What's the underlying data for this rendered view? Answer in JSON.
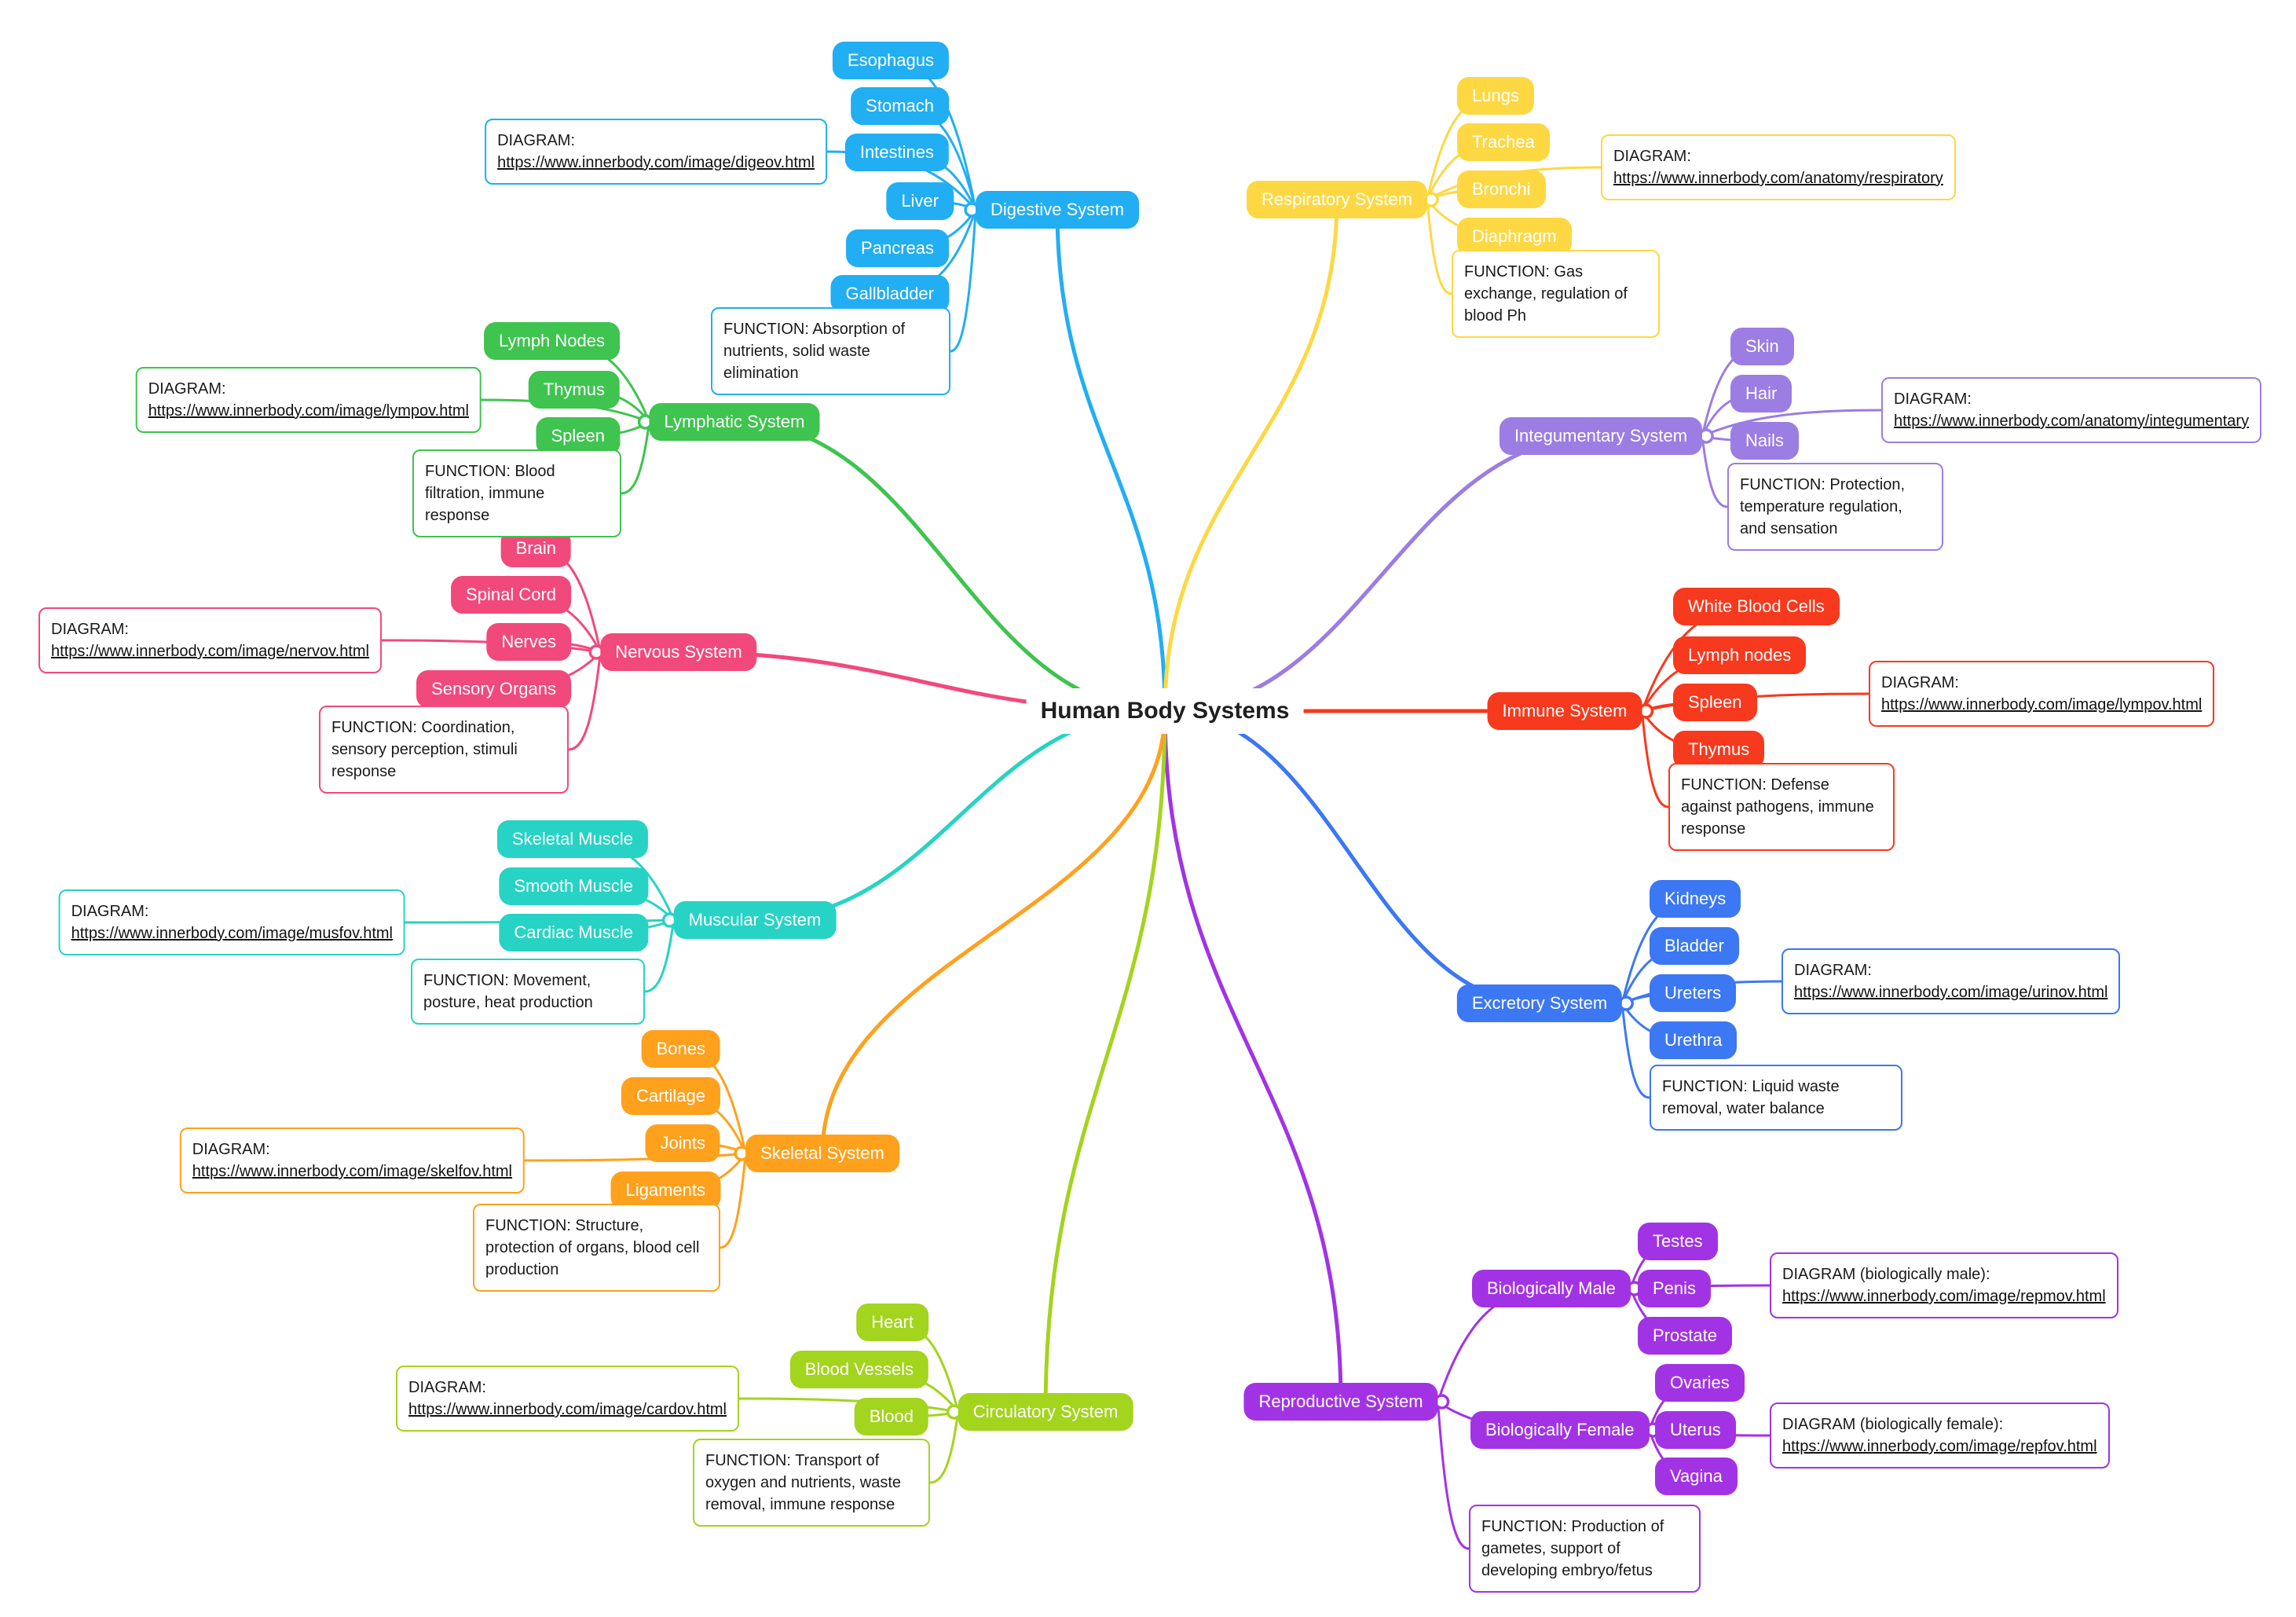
{
  "title": "Human Body Systems",
  "systems": [
    {
      "name": "Digestive System",
      "color": "#22aef2",
      "children": [
        "Esophagus",
        "Stomach",
        "Intestines",
        "Liver",
        "Pancreas",
        "Gallbladder"
      ],
      "diagram_label": "DIAGRAM:",
      "diagram_url": "https://www.innerbody.com/image/digeov.html",
      "function_text": "FUNCTION: Absorption of nutrients, solid waste elimination"
    },
    {
      "name": "Respiratory System",
      "color": "#fed843",
      "children": [
        "Lungs",
        "Trachea",
        "Bronchi",
        "Diaphragm"
      ],
      "diagram_label": "DIAGRAM:",
      "diagram_url": "https://www.innerbody.com/anatomy/respiratory",
      "function_text": "FUNCTION: Gas exchange, regulation of blood Ph"
    },
    {
      "name": "Integumentary System",
      "color": "#9b7de3",
      "children": [
        "Skin",
        "Hair",
        "Nails"
      ],
      "diagram_label": "DIAGRAM:",
      "diagram_url": "https://www.innerbody.com/anatomy/integumentary",
      "function_text": "FUNCTION: Protection, temperature regulation, and sensation"
    },
    {
      "name": "Immune System",
      "color": "#f7391d",
      "children": [
        "White Blood Cells",
        "Lymph nodes",
        "Spleen",
        "Thymus"
      ],
      "diagram_label": "DIAGRAM:",
      "diagram_url": "https://www.innerbody.com/image/lympov.html",
      "function_text": "FUNCTION: Defense against pathogens, immune response"
    },
    {
      "name": "Excretory System",
      "color": "#3c78f3",
      "children": [
        "Kidneys",
        "Bladder",
        "Ureters",
        "Urethra"
      ],
      "diagram_label": "DIAGRAM:",
      "diagram_url": "https://www.innerbody.com/image/urinov.html",
      "function_text": "FUNCTION: Liquid waste removal, water balance"
    },
    {
      "name": "Reproductive System",
      "color": "#a233e5",
      "function_text": "FUNCTION: Production of gametes, support of developing embryo/fetus",
      "subgroups": [
        {
          "name": "Biologically Male",
          "children": [
            "Testes",
            "Penis",
            "Prostate"
          ],
          "diagram_label": "DIAGRAM (biologically male):",
          "diagram_url": "https://www.innerbody.com/image/repmov.html"
        },
        {
          "name": "Biologically Female",
          "children": [
            "Ovaries",
            "Uterus",
            "Vagina"
          ],
          "diagram_label": "DIAGRAM (biologically female):",
          "diagram_url": "https://www.innerbody.com/image/repfov.html"
        }
      ]
    },
    {
      "name": "Circulatory System",
      "color": "#a3d41e",
      "children": [
        "Heart",
        "Blood Vessels",
        "Blood"
      ],
      "diagram_label": "DIAGRAM:",
      "diagram_url": "https://www.innerbody.com/image/cardov.html",
      "function_text": "FUNCTION: Transport of oxygen and nutrients, waste removal, immune response"
    },
    {
      "name": "Skeletal System",
      "color": "#ffa11c",
      "children": [
        "Bones",
        "Cartilage",
        "Joints",
        "Ligaments"
      ],
      "diagram_label": "DIAGRAM:",
      "diagram_url": "https://www.innerbody.com/image/skelfov.html",
      "function_text": "FUNCTION: Structure, protection of organs, blood cell production"
    },
    {
      "name": "Muscular System",
      "color": "#27d3c4",
      "children": [
        "Skeletal Muscle",
        "Smooth Muscle",
        "Cardiac Muscle"
      ],
      "diagram_label": "DIAGRAM:",
      "diagram_url": "https://www.innerbody.com/image/musfov.html",
      "function_text": "FUNCTION: Movement, posture, heat production"
    },
    {
      "name": "Nervous System",
      "color": "#f2497c",
      "children": [
        "Brain",
        "Spinal Cord",
        "Nerves",
        "Sensory Organs"
      ],
      "diagram_label": "DIAGRAM:",
      "diagram_url": "https://www.innerbody.com/image/nervov.html",
      "function_text": "FUNCTION: Coordination, sensory perception, stimuli response"
    },
    {
      "name": "Lymphatic System",
      "color": "#3ec44f",
      "children": [
        "Lymph Nodes",
        "Thymus",
        "Spleen"
      ],
      "diagram_label": "DIAGRAM:",
      "diagram_url": "https://www.innerbody.com/image/lympov.html",
      "function_text": "FUNCTION: Blood filtration, immune response"
    }
  ]
}
